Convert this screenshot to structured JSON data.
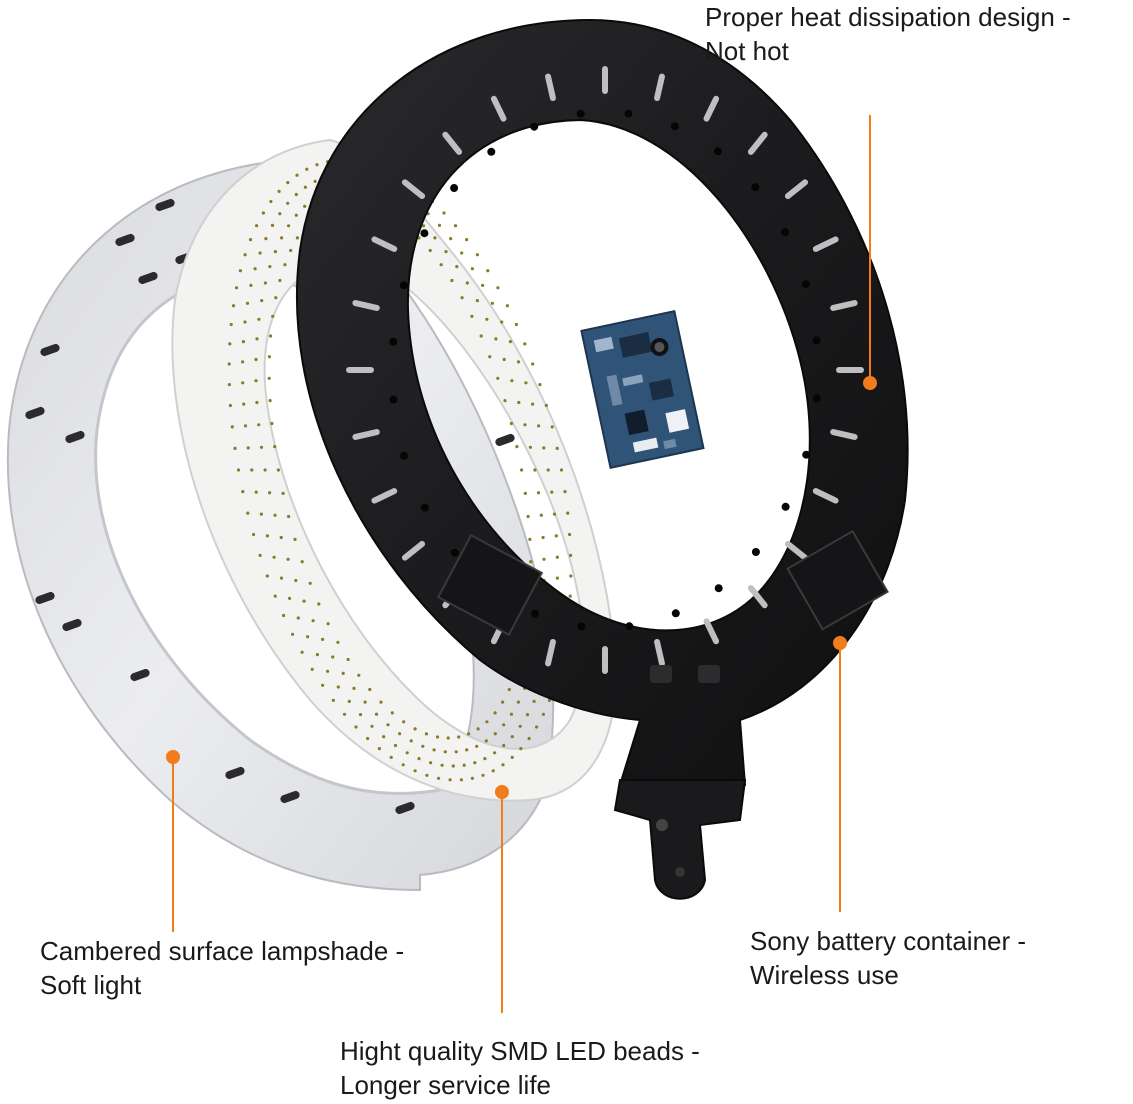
{
  "callouts": {
    "heat": {
      "line1": "Proper heat dissipation design -",
      "line2": "Not hot"
    },
    "lampshade": {
      "line1": "Cambered surface lampshade -",
      "line2": "Soft light"
    },
    "led": {
      "line1": "Hight quality SMD LED beads -",
      "line2": "Longer service life"
    },
    "battery": {
      "line1": "Sony battery container -",
      "line2": "Wireless use"
    }
  },
  "colors": {
    "accent": "#f07c1c",
    "text": "#1a1a1a",
    "diffuser": "#e4e5e8",
    "led_board": "#f2f2f0",
    "housing": "#1d1d1f",
    "pcb": "#2f5478"
  }
}
